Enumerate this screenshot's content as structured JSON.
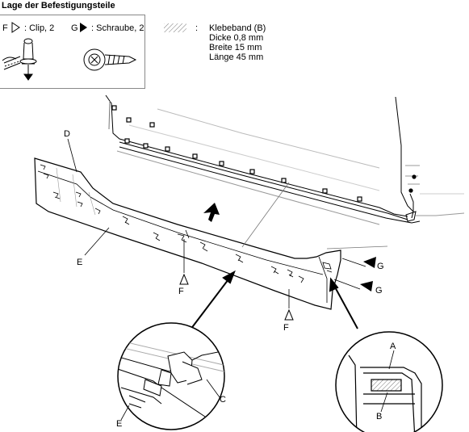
{
  "title": "Lage der Befestigungsteile",
  "legend": {
    "clip": {
      "letter": "F",
      "text": ": Clip, 2"
    },
    "screw": {
      "letter": "G",
      "text": ": Schraube, 2"
    },
    "tape": {
      "colon": ":",
      "lines": [
        "Klebeband (B)",
        "Dicke 0,8 mm",
        "Breite 15 mm",
        "Länge 45 mm"
      ]
    }
  },
  "callouts": {
    "D": "D",
    "E": "E",
    "F1": "F",
    "F2": "F",
    "G1": "G",
    "G2": "G",
    "C": "C",
    "E2": "E",
    "A": "A",
    "B": "B"
  }
}
